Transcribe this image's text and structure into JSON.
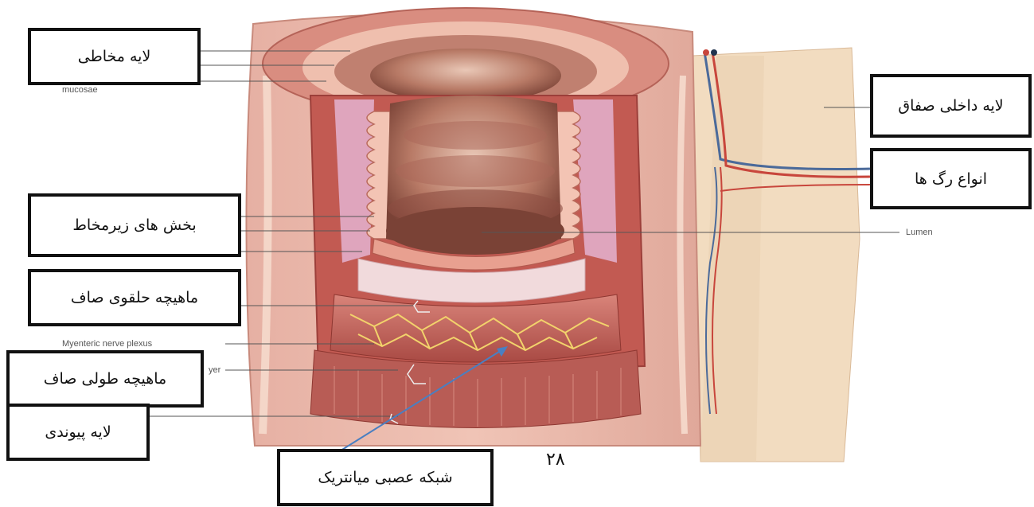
{
  "labels": {
    "mucosa": "لایه مخاطی",
    "submucosa": "بخش های زیرمخاط",
    "circular_muscle": "ماهیچه حلقوی صاف",
    "longitudinal_muscle": "ماهیچه طولی صاف",
    "connective_layer": "لایه پیوندی",
    "myenteric_network": "شبکه عصبی میانتریک",
    "inner_peritoneum": "لایه داخلی صفاق",
    "vessels": "انواع رگ ها"
  },
  "english_labels": {
    "mucosae": "mucosae",
    "lumen": "Lumen",
    "myenteric_nerve_plexus": "Myenteric nerve plexus",
    "layer_fragment": "yer"
  },
  "page_number": "۲۸",
  "colors": {
    "box_border": "#111111",
    "arrow": "#4a7fc1",
    "leader_line": "#555555"
  }
}
